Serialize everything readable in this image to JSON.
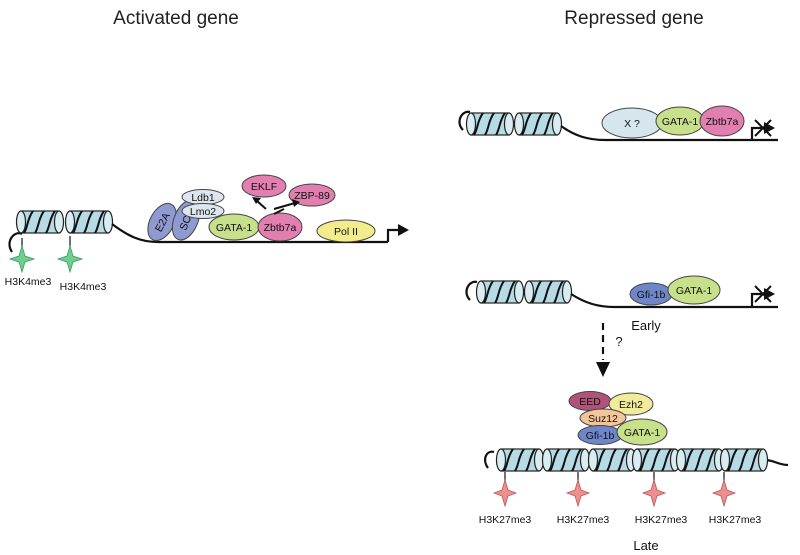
{
  "titles": {
    "activated": "Activated gene",
    "repressed": "Repressed gene"
  },
  "proteins": {
    "ldb1": "Ldb1",
    "lmo2": "Lmo2",
    "e2a": "E2A",
    "scl": "SCL",
    "gata1": "GATA-1",
    "zbtb7a": "Zbtb7a",
    "eklf": "EKLF",
    "zbp89": "ZBP-89",
    "pol2": "Pol II",
    "x": "X ?",
    "gfi1b": "Gfi-1b",
    "eed": "EED",
    "ezh2": "Ezh2",
    "suz12": "Suz12"
  },
  "marks": {
    "h3k4me3": "H3K4me3",
    "h3k27me3": "H3K27me3"
  },
  "stages": {
    "early": "Early",
    "late": "Late",
    "question": "?"
  },
  "colors": {
    "nucleosome": "#b7dbe4",
    "gata1": "#c9e08a",
    "zbtb7a": "#e27fb0",
    "eklf": "#e27fb0",
    "zbp89": "#e27fb0",
    "pol2": "#f2ec8c",
    "scl_e2a": "#8e9ad0",
    "ldb1_lmo2": "#dde6ee",
    "x": "#d6e6ee",
    "gfi1b": "#6f86c8",
    "eed": "#b0527a",
    "ezh2": "#f1ec9c",
    "suz12": "#f2c59a",
    "h3k4me3_star": "#6fcf8f",
    "h3k27me3_star": "#ee8f8f"
  }
}
